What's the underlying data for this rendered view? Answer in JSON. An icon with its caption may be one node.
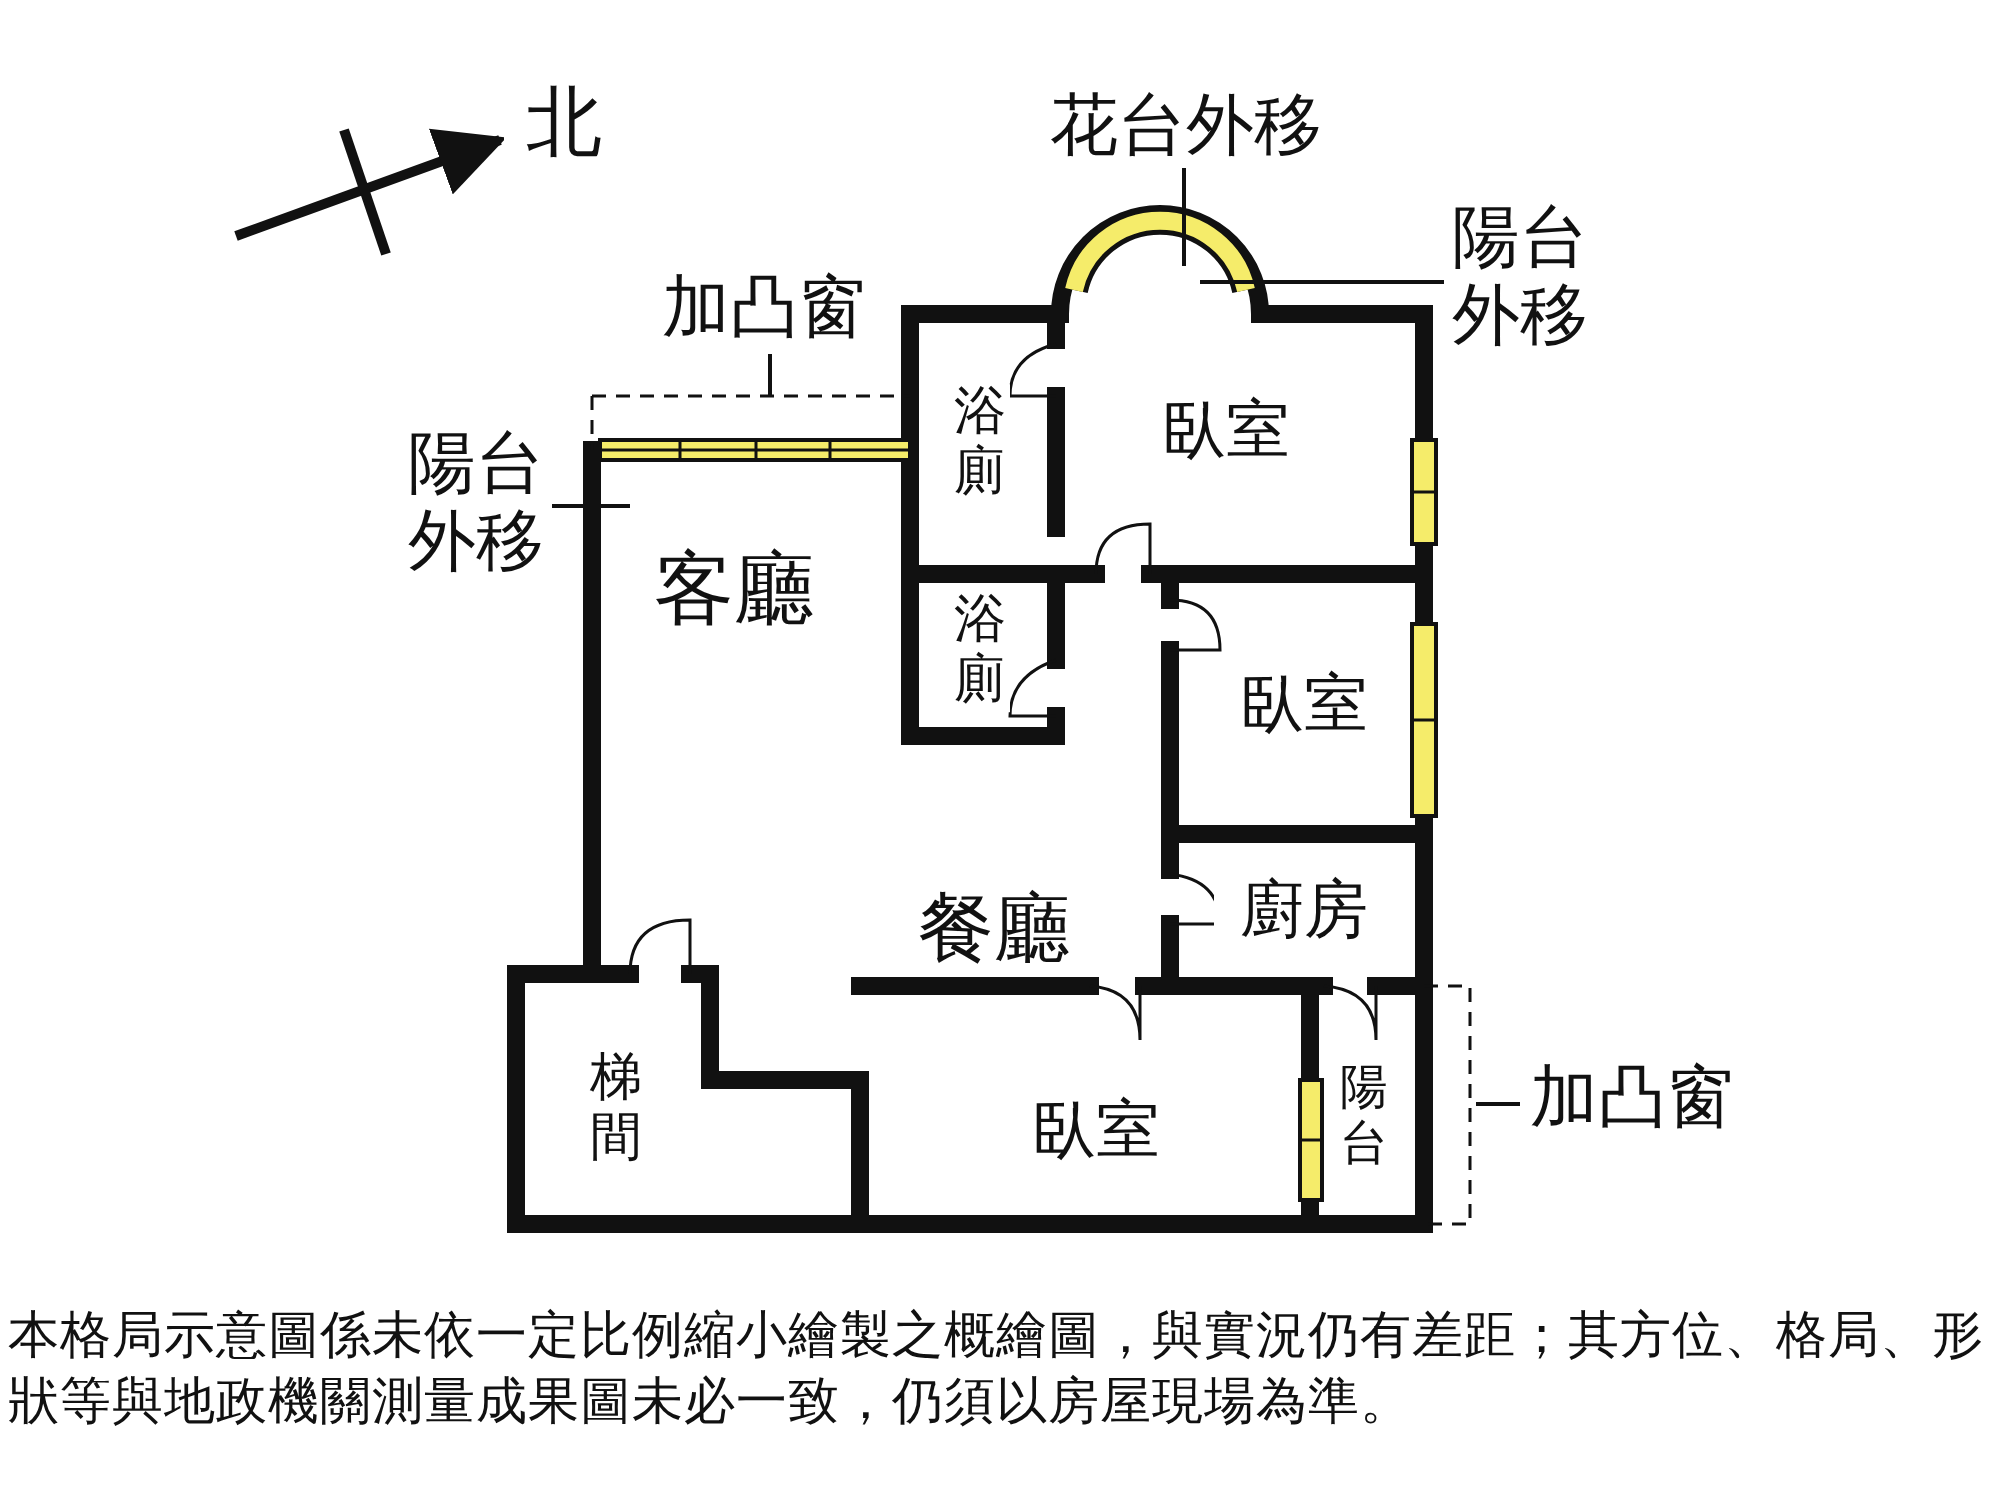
{
  "diagram": {
    "caption": "本格局示意圖係未依一定比例縮小繪製之概繪圖，與實況仍有差距；其方位、格局、形狀等與地政機關測量成果圖未必一致，仍須以房屋現場為準。",
    "nodes": [
      {
        "text": [
          "花台外移"
        ]
      },
      {
        "text": [
          "陽台外移"
        ]
      },
      {
        "text": [
          "加凸窗"
        ]
      },
      {
        "text": [
          "陽台外移"
        ]
      },
      {
        "text": [
          "加凸窗"
        ]
      }
    ],
    "edges": [
      {
        "from": 0,
        "to": null,
        "arrow": "none"
      },
      {
        "from": 1,
        "to": null,
        "arrow": "none"
      },
      {
        "from": 2,
        "to": null,
        "arrow": "none"
      },
      {
        "from": 3,
        "to": null,
        "arrow": "none"
      },
      {
        "from": 4,
        "to": null,
        "arrow": "none"
      }
    ],
    "labels": [
      "北",
      "浴廁",
      "臥室",
      "客廳",
      "浴廁",
      "臥室",
      "餐廳",
      "廚房",
      "梯間",
      "陽台",
      "臥室"
    ]
  }
}
